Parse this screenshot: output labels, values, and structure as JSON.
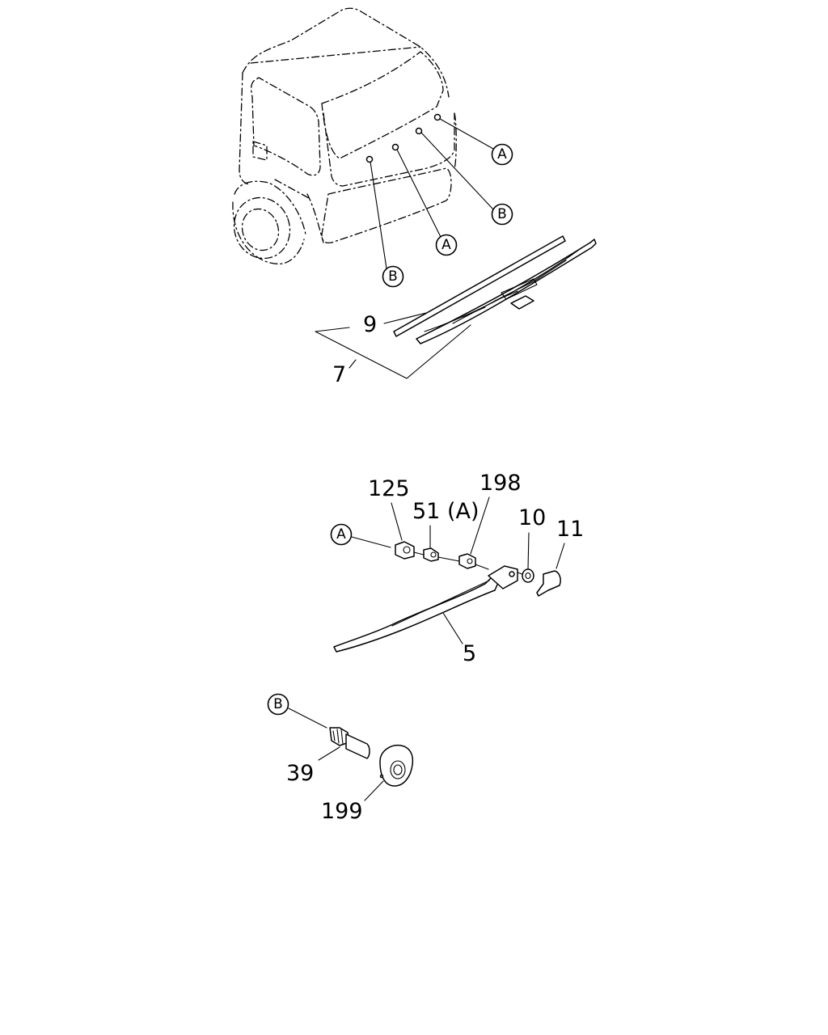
{
  "callouts": {
    "top_a1": "A",
    "top_b1": "B",
    "top_a2": "A",
    "top_b2": "B",
    "arm_a": "A",
    "motor_b": "B"
  },
  "parts": {
    "p9": "9",
    "p7": "7",
    "p125": "125",
    "p51a": "51 (A)",
    "p198": "198",
    "p10": "10",
    "p11": "11",
    "p5": "5",
    "p39": "39",
    "p199": "199"
  }
}
